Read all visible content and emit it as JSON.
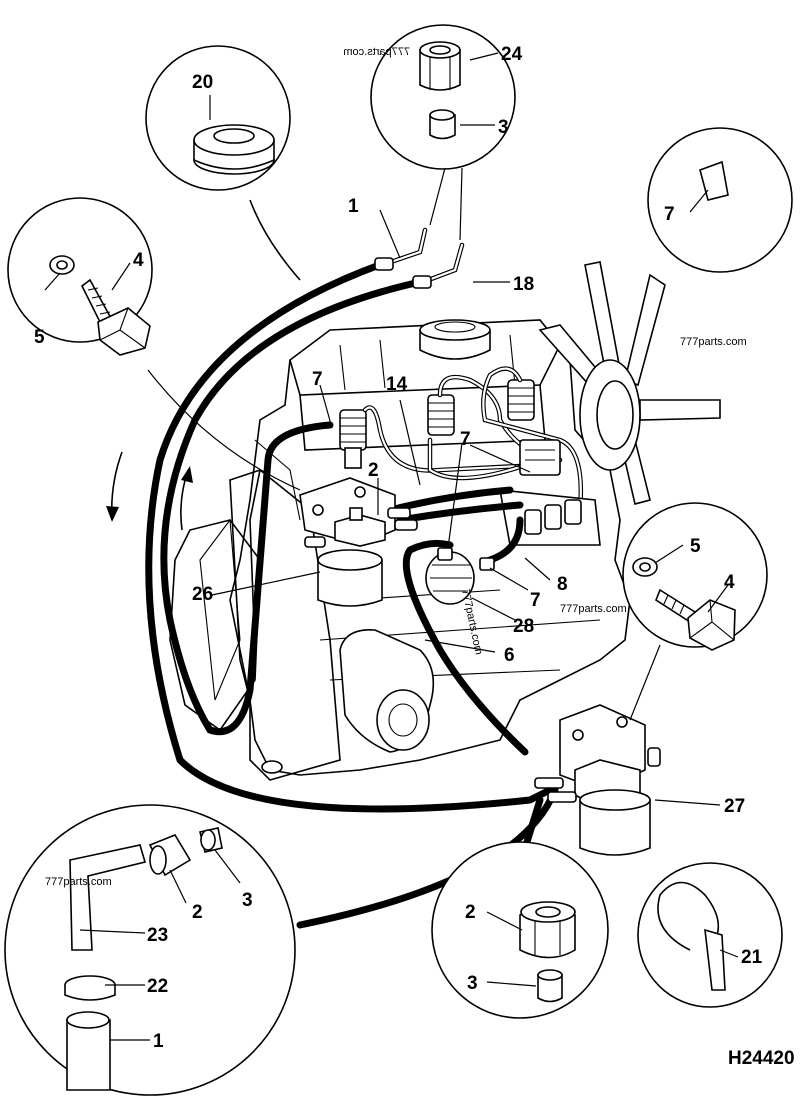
{
  "drawing_code": "H24420",
  "watermarks": [
    "777parts.com",
    "777parts.com",
    "777parts.com",
    "777parts.com",
    "777parts.com"
  ],
  "callouts": [
    {
      "id": "c1a",
      "label": "1"
    },
    {
      "id": "c1b",
      "label": "1"
    },
    {
      "id": "c2a",
      "label": "2"
    },
    {
      "id": "c2b",
      "label": "2"
    },
    {
      "id": "c2c",
      "label": "2"
    },
    {
      "id": "c3a",
      "label": "3"
    },
    {
      "id": "c3b",
      "label": "3"
    },
    {
      "id": "c3c",
      "label": "3"
    },
    {
      "id": "c4a",
      "label": "4"
    },
    {
      "id": "c4b",
      "label": "4"
    },
    {
      "id": "c5a",
      "label": "5"
    },
    {
      "id": "c5b",
      "label": "5"
    },
    {
      "id": "c6",
      "label": "6"
    },
    {
      "id": "c7a",
      "label": "7"
    },
    {
      "id": "c7b",
      "label": "7"
    },
    {
      "id": "c7c",
      "label": "7"
    },
    {
      "id": "c7d",
      "label": "7"
    },
    {
      "id": "c8",
      "label": "8"
    },
    {
      "id": "c14",
      "label": "14"
    },
    {
      "id": "c18",
      "label": "18"
    },
    {
      "id": "c20",
      "label": "20"
    },
    {
      "id": "c21",
      "label": "21"
    },
    {
      "id": "c22",
      "label": "22"
    },
    {
      "id": "c23",
      "label": "23"
    },
    {
      "id": "c24",
      "label": "24"
    },
    {
      "id": "c26",
      "label": "26"
    },
    {
      "id": "c27",
      "label": "27"
    },
    {
      "id": "c28",
      "label": "28"
    }
  ]
}
